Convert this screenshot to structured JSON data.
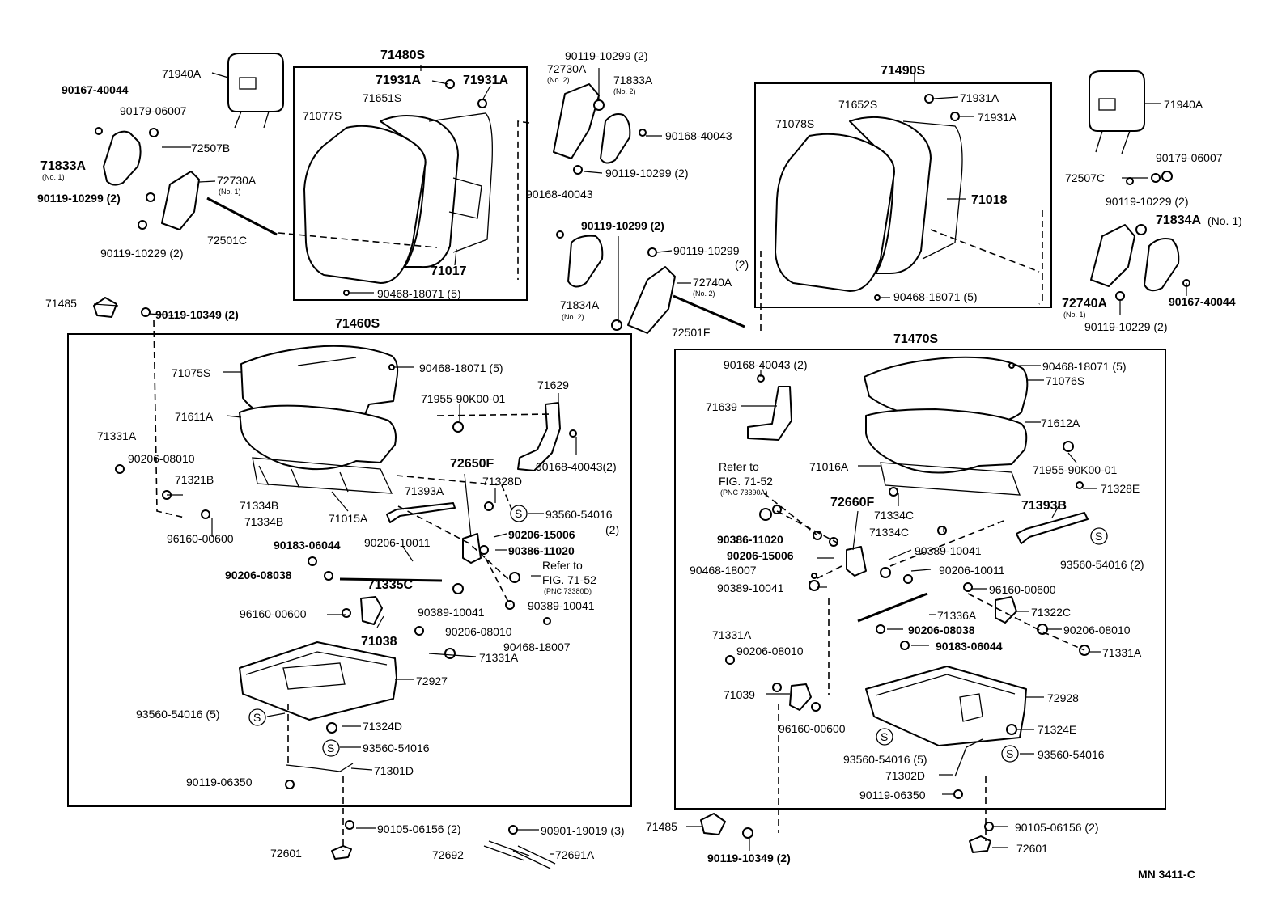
{
  "diagram_code": "MN 3411-C",
  "groups": {
    "seatback_left": "71480S",
    "seatback_right": "71490S",
    "cushion_left": "71460S",
    "cushion_right": "71470S"
  },
  "labels": {
    "l71940A_l": "71940A",
    "l90167_l": "90167-40044",
    "l90179_l": "90179-06007",
    "l72507B": "72507B",
    "l71833A_l": "71833A",
    "no1_a": "(No. 1)",
    "l72730A_l": "72730A",
    "no1_b": "(No. 1)",
    "l90119_10299_l": "90119-10299 (2)",
    "l72501C": "72501C",
    "l90119_10229_l": "90119-10229 (2)",
    "l71931A_1": "71931A",
    "l71931A_2": "71931A",
    "l71651S": "71651S",
    "l71077S": "71077S",
    "l71017": "71017",
    "l90468_l": "90468-18071 (5)",
    "l90119_top": "90119-10299 (2)",
    "l72730A_t": "72730A",
    "no2_a": "(No. 2)",
    "l71833A_t": "71833A",
    "no2_b": "(No. 2)",
    "l90168_t": "90168-40043",
    "l90119_mid": "90119-10299 (2)",
    "l90168_mid": "90168-40043",
    "l90119_bold": "90119-10299 (2)",
    "l71834A_mid": "71834A",
    "no2_c": "(No. 2)",
    "l90119_10299_r": "90119-10299",
    "paren2": "(2)",
    "l72740A_mid": "72740A",
    "no2_d": "(No. 2)",
    "l72501F": "72501F",
    "l71931A_3": "71931A",
    "l71931A_4": "71931A",
    "l71652S": "71652S",
    "l71078S": "71078S",
    "l71018": "71018",
    "l90468_r": "90468-18071 (5)",
    "l71940A_r": "71940A",
    "l90179_r": "90179-06007",
    "l72507C": "72507C",
    "l90119_10229_r1": "90119-10229 (2)",
    "l71834A_r": "71834A",
    "no1_c": "(No. 1)",
    "l72740A_r": "72740A",
    "no1_d": "(No. 1)",
    "l90167_r": "90167-40044",
    "l90119_10229_r2": "90119-10229 (2)",
    "l71485_l": "71485",
    "l90119_10349_l": "90119-10349 (2)",
    "l71075S": "71075S",
    "l90468_c1": "90468-18071 (5)",
    "l71611A": "71611A",
    "l71955_l": "71955-90K00-01",
    "l71629": "71629",
    "l90168_2": "90168-40043(2)",
    "l71331A_1": "71331A",
    "l90206_08010_1": "90206-08010",
    "l71321B": "71321B",
    "l71334B_1": "71334B",
    "l71334B_2": "71334B",
    "l71015A": "71015A",
    "l71393A": "71393A",
    "l72650F": "72650F",
    "l71328D": "71328D",
    "l93560_1": "93560-54016",
    "paren2b": "(2)",
    "l96160_1": "96160-00600",
    "l90183_1": "90183-06044",
    "l90206_10011_1": "90206-10011",
    "l90206_15006_1": "90206-15006",
    "l90386_1": "90386-11020",
    "l90206_08038_1": "90206-08038",
    "l71335C": "71335C",
    "refer1": "Refer to",
    "fig1": "FIG. 71-52",
    "pnc1": "(PNC 73380D)",
    "l96160_2": "96160-00600",
    "l90389_1": "90389-10041",
    "l90389_2": "90389-10041",
    "l90206_08010_2": "90206-08010",
    "l71038": "71038",
    "l90468_18007_1": "90468-18007",
    "l71331A_2": "71331A",
    "l72927": "72927",
    "l93560_5_1": "93560-54016 (5)",
    "l71324D": "71324D",
    "l93560_2": "93560-54016",
    "l71301D": "71301D",
    "l90119_06350_1": "90119-06350",
    "l90105_1": "90105-06156 (2)",
    "l72601_1": "72601",
    "l90901": "90901-19019 (3)",
    "l72692": "72692",
    "l72691A": "72691A",
    "l71485_r": "71485",
    "l90119_10349_r": "90119-10349 (2)",
    "l90168_40043_2r": "90168-40043 (2)",
    "l71639": "71639",
    "refer2": "Refer to",
    "fig2": "FIG. 71-52",
    "pnc2": "(PNC 73390A)",
    "l72660F": "72660F",
    "l90386_2": "90386-11020",
    "l90206_15006_2": "90206-15006",
    "l90468_18007_2": "90468-18007",
    "l90389_3": "90389-10041",
    "l90389_4": "90389-10041",
    "l90206_10011_2": "90206-10011",
    "l90468_c2": "90468-18071 (5)",
    "l71076S": "71076S",
    "l71612A": "71612A",
    "l71016A": "71016A",
    "l71955_r": "71955-90K00-01",
    "l71334C_1": "71334C",
    "l71334C_2": "71334C",
    "l71328E": "71328E",
    "l71393B": "71393B",
    "l93560_2r": "93560-54016 (2)",
    "l96160_3": "96160-00600",
    "l71322C": "71322C",
    "l71336A": "71336A",
    "l90206_08038_2": "90206-08038",
    "l90206_08010_3": "90206-08010",
    "l90183_2": "90183-06044",
    "l71331A_3": "71331A",
    "l71331A_4": "71331A",
    "l90206_08010_4": "90206-08010",
    "l71039": "71039",
    "l96160_4": "96160-00600",
    "l72928": "72928",
    "l93560_5_2": "93560-54016 (5)",
    "l71324E": "71324E",
    "l93560_3": "93560-54016",
    "l71302D": "71302D",
    "l90119_06350_2": "90119-06350",
    "l90105_2": "90105-06156 (2)",
    "l72601_2": "72601",
    "s_glyph": "S"
  }
}
